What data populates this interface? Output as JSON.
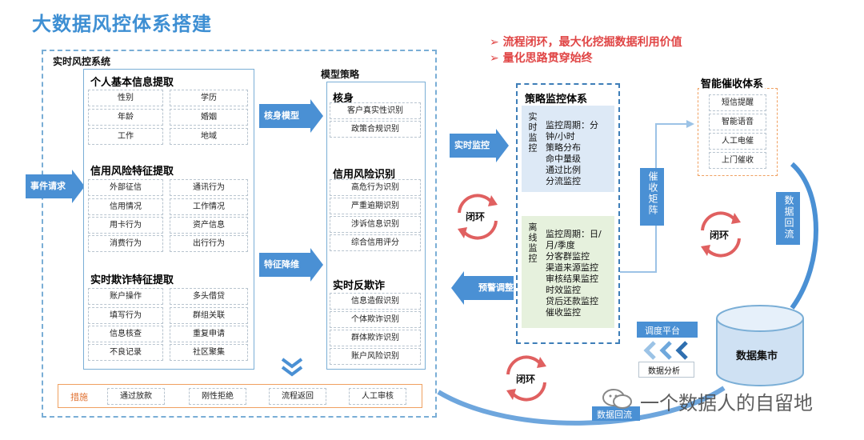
{
  "title": "大数据风控体系搭建",
  "realtime_system": {
    "label": "实时风控系统",
    "event_request": "事件请求",
    "basic_info": {
      "title": "个人基本信息提取",
      "items": [
        "性别",
        "学历",
        "年龄",
        "婚姻",
        "工作",
        "地域"
      ]
    },
    "credit_risk": {
      "title": "信用风险特征提取",
      "items": [
        "外部征信",
        "通讯行为",
        "信用情况",
        "工作情况",
        "用卡行为",
        "资产信息",
        "消费行为",
        "出行行为"
      ]
    },
    "fraud": {
      "title": "实时欺诈特征提取",
      "items": [
        "账户操作",
        "多头借贷",
        "填写行为",
        "群组关联",
        "信息核查",
        "重复申请",
        "不良记录",
        "社区聚集"
      ]
    }
  },
  "model_strategy": {
    "label": "模型策略",
    "identity_model": "核身模型",
    "feature_reduction": "特征降维",
    "identity": {
      "title": "核身",
      "items": [
        "客户真实性识别",
        "政策合规识别"
      ]
    },
    "credit_risk": {
      "title": "信用风险识别",
      "items": [
        "高危行为识别",
        "严重逾期识别",
        "涉诉信息识别",
        "综合信用评分"
      ]
    },
    "anti_fraud": {
      "title": "实时反欺诈",
      "items": [
        "信息造假识别",
        "个体欺诈识别",
        "群体欺诈识别",
        "账户风险识别"
      ]
    }
  },
  "measures": {
    "label": "措施",
    "items": [
      "通过放款",
      "刚性拒绝",
      "流程返回",
      "人工审核"
    ]
  },
  "highlights": [
    "流程闭环，最大化挖掘数据利用价值",
    "量化思路贯穿始终"
  ],
  "realtime_monitor": "实时监控",
  "warning_adjust": "预警调整",
  "closed_loop": "闭环",
  "strategy_monitor": {
    "title": "策略监控体系",
    "realtime": {
      "label": "实时监控",
      "lines": [
        "监控周期：分",
        "钟/小时",
        "策略分布",
        "命中量级",
        "通过比例",
        "分流监控"
      ]
    },
    "offline": {
      "label": "离线监控",
      "lines": [
        "监控周期：日/",
        "月/季度",
        "分客群监控",
        "渠道来源监控",
        "审核结果监控",
        "时效监控",
        "贷后还款监控",
        "催收监控"
      ]
    }
  },
  "collection_matrix": "催收矩阵",
  "collection_system": {
    "title": "智能催收体系",
    "items": [
      "短信提醒",
      "智能语音",
      "人工电催",
      "上门催收"
    ]
  },
  "data_return": "数据回流",
  "dispatch_platform": "调度平台",
  "data_analysis": "数据分析",
  "data_mart": "数据集市",
  "watermark": "一个数据人的自留地",
  "colors": {
    "accent": "#4a90d4",
    "title": "#3e8fd3",
    "red": "#e04545",
    "loop": "#e06060"
  }
}
